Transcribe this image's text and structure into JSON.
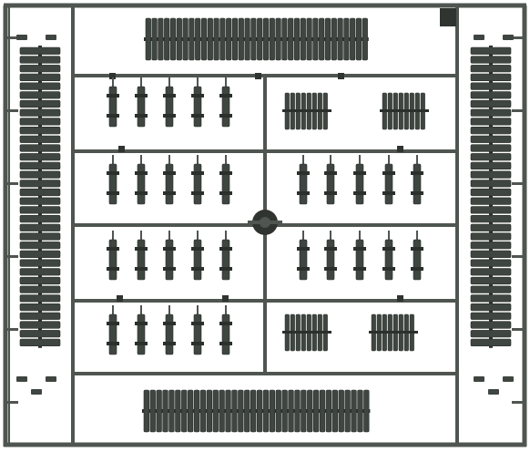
{
  "colors": {
    "background": "#ffffff",
    "sprue": "#4f5550",
    "part": "#3f4540",
    "part_edge": "#2b302c",
    "gate": "#2f3430"
  },
  "photo": {
    "subject": "plastic-model-kit-sprue",
    "layout": {
      "track_block_top": {
        "links": 36
      },
      "track_block_bottom": {
        "links": 36
      },
      "track_block_left": {
        "links": 34
      },
      "track_block_right": {
        "links": 34
      },
      "small_clusters": 4,
      "single_links": {
        "rows": 4,
        "cols": 10
      }
    }
  }
}
